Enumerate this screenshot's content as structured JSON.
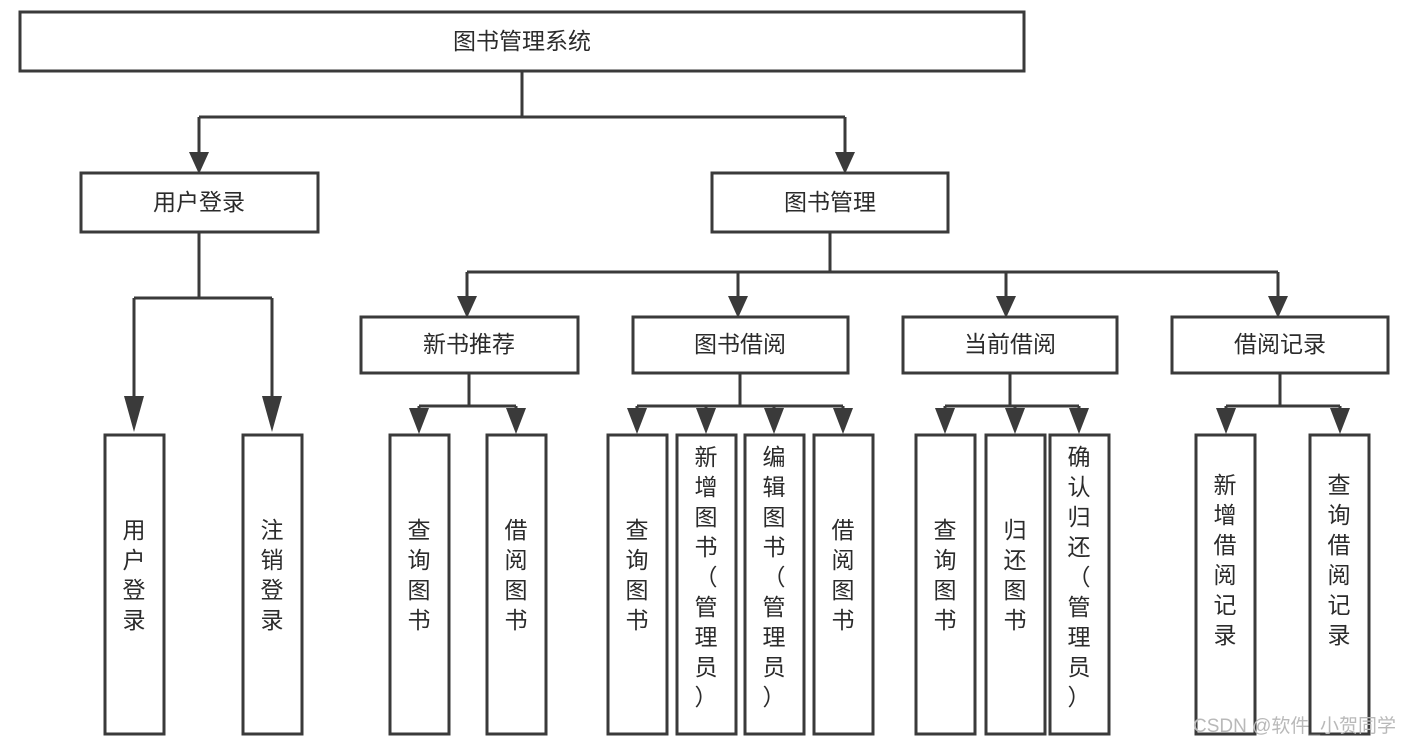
{
  "diagram": {
    "title": "图书管理系统",
    "type": "tree-hierarchy-diagram",
    "orientation": "top-down",
    "root": {
      "id": "root",
      "label": "图书管理系统"
    },
    "level2": [
      {
        "id": "user-login",
        "label": "用户登录"
      },
      {
        "id": "book-management",
        "label": "图书管理"
      }
    ],
    "level3": [
      {
        "id": "new-book-recommend",
        "label": "新书推荐",
        "parent": "book-management"
      },
      {
        "id": "book-borrow",
        "label": "图书借阅",
        "parent": "book-management"
      },
      {
        "id": "current-borrow",
        "label": "当前借阅",
        "parent": "book-management"
      },
      {
        "id": "borrow-record",
        "label": "借阅记录",
        "parent": "book-management"
      }
    ],
    "leaves": [
      {
        "id": "leaf-user-login",
        "label": "用户登录",
        "parent": "user-login"
      },
      {
        "id": "leaf-logout-login",
        "label": "注销登录",
        "parent": "user-login"
      },
      {
        "id": "leaf-query-book-1",
        "label": "查询图书",
        "parent": "new-book-recommend"
      },
      {
        "id": "leaf-borrow-book-1",
        "label": "借阅图书",
        "parent": "new-book-recommend"
      },
      {
        "id": "leaf-query-book-2",
        "label": "查询图书",
        "parent": "book-borrow"
      },
      {
        "id": "leaf-add-book-admin",
        "label": "新增图书（管理员）",
        "parent": "book-borrow"
      },
      {
        "id": "leaf-edit-book-admin",
        "label": "编辑图书（管理员）",
        "parent": "book-borrow"
      },
      {
        "id": "leaf-borrow-book-2",
        "label": "借阅图书",
        "parent": "book-borrow"
      },
      {
        "id": "leaf-query-book-3",
        "label": "查询图书",
        "parent": "current-borrow"
      },
      {
        "id": "leaf-return-book",
        "label": "归还图书",
        "parent": "current-borrow"
      },
      {
        "id": "leaf-confirm-return-admin",
        "label": "确认归还（管理员）",
        "parent": "current-borrow"
      },
      {
        "id": "leaf-add-borrow-record",
        "label": "新增借阅记录",
        "parent": "borrow-record"
      },
      {
        "id": "leaf-query-borrow-record",
        "label": "查询借阅记录",
        "parent": "borrow-record"
      }
    ]
  },
  "watermark": {
    "text": "CSDN @软件_小贺同学"
  },
  "colors": {
    "background": "#ffffff",
    "box_fill": "#ffffff",
    "box_stroke": "#3a3a3a",
    "text": "#2b2b2b",
    "watermark": "#b9b9b9"
  }
}
